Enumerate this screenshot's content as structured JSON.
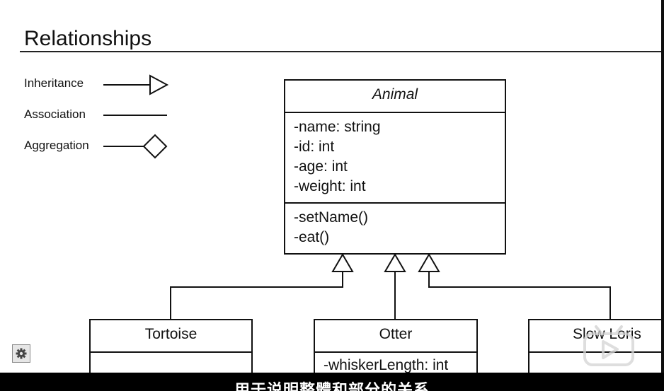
{
  "slide": {
    "title": "Relationships"
  },
  "legend": {
    "inheritance": "Inheritance",
    "association": "Association",
    "aggregation": "Aggregation"
  },
  "classes": {
    "animal": {
      "name": "Animal",
      "attributes": [
        "-name: string",
        "-id: int",
        "-age: int",
        "-weight: int"
      ],
      "methods": [
        "-setName()",
        "-eat()"
      ]
    },
    "tortoise": {
      "name": "Tortoise"
    },
    "otter": {
      "name": "Otter",
      "attributes": [
        "-whiskerLength: int"
      ]
    },
    "slow_loris": {
      "name": "Slow Loris"
    }
  },
  "subtitle": "用于说明整體和部分的关系",
  "icons": {
    "settings": "gear-icon",
    "watermark": "play-logo-icon"
  },
  "colors": {
    "background": "#ffffff",
    "line": "#111111",
    "subtitle_bar": "#000000",
    "subtitle_text": "#ffffff"
  }
}
